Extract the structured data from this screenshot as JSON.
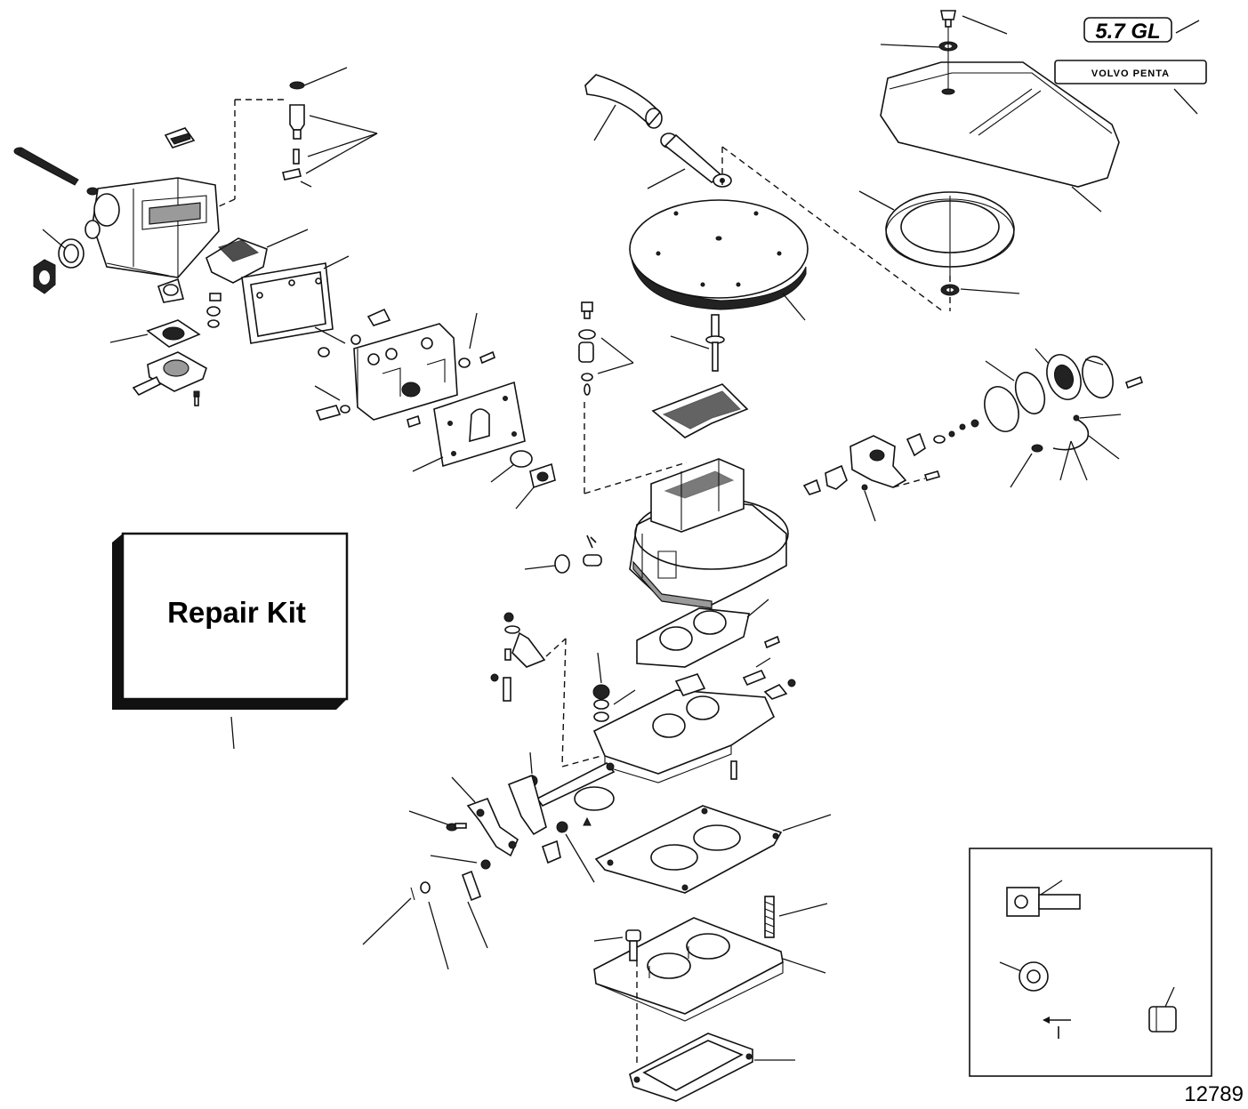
{
  "labels": {
    "repair_kit": "Repair Kit",
    "engine_badge": "5.7 GL",
    "brand_badge": "VOLVO PENTA",
    "figure_number": "12789"
  }
}
